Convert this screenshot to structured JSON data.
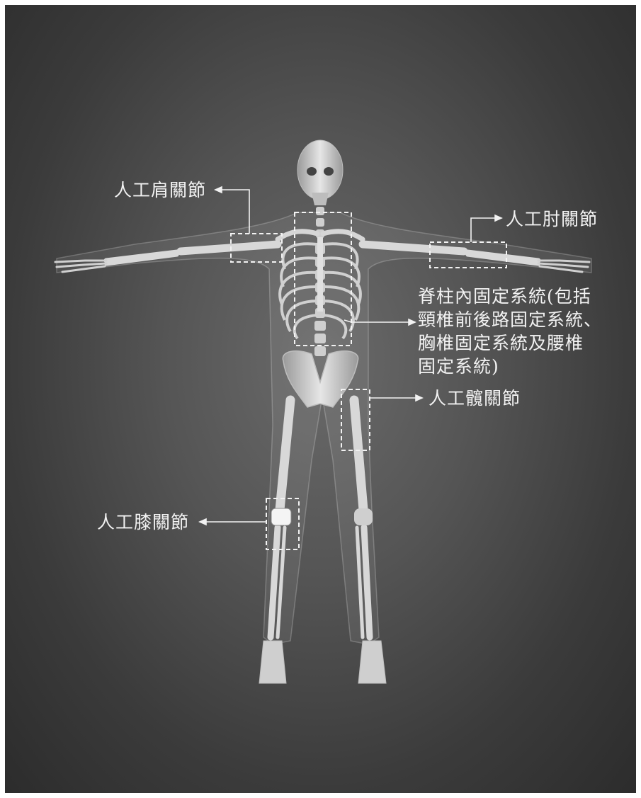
{
  "labels": {
    "shoulder": "人工肩關節",
    "elbow": "人工肘關節",
    "spine": [
      "脊柱內固定系統(包括",
      "頸椎前後路固定系統、",
      "胸椎固定系統及腰椎",
      "固定系統)"
    ],
    "hip": "人工髖關節",
    "knee": "人工膝關節"
  },
  "colors": {
    "background_center": "#6a6a6a",
    "background_edge": "#2c2c2c",
    "bone": "#d9d9d9",
    "label_text": "#f2f2f2",
    "callout": "#f2f2f2"
  }
}
